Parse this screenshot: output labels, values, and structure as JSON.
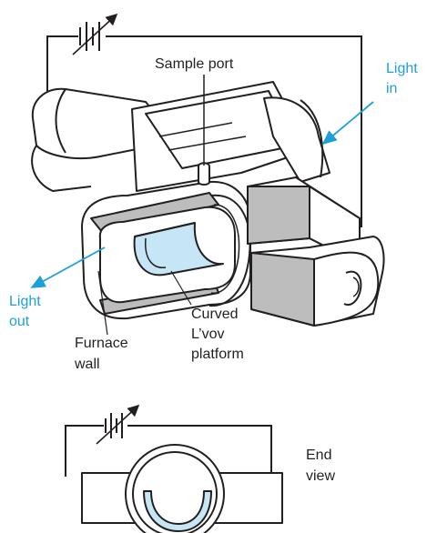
{
  "labels": {
    "sample_port": "Sample port",
    "light_in_1": "Light",
    "light_in_2": "in",
    "light_out_1": "Light",
    "light_out_2": "out",
    "curved_1": "Curved",
    "curved_2": "L’vov",
    "curved_3": "platform",
    "furnace_1": "Furnace",
    "furnace_2": "wall",
    "end_view_1": "End",
    "end_view_2": "view"
  },
  "colors": {
    "line": "#231f20",
    "arrow_blue": "#1f9fd8",
    "platform_fill": "#c7e6f5",
    "section_gray": "#bdbdbd"
  },
  "icons": [
    "variable-power-supply-icon"
  ]
}
